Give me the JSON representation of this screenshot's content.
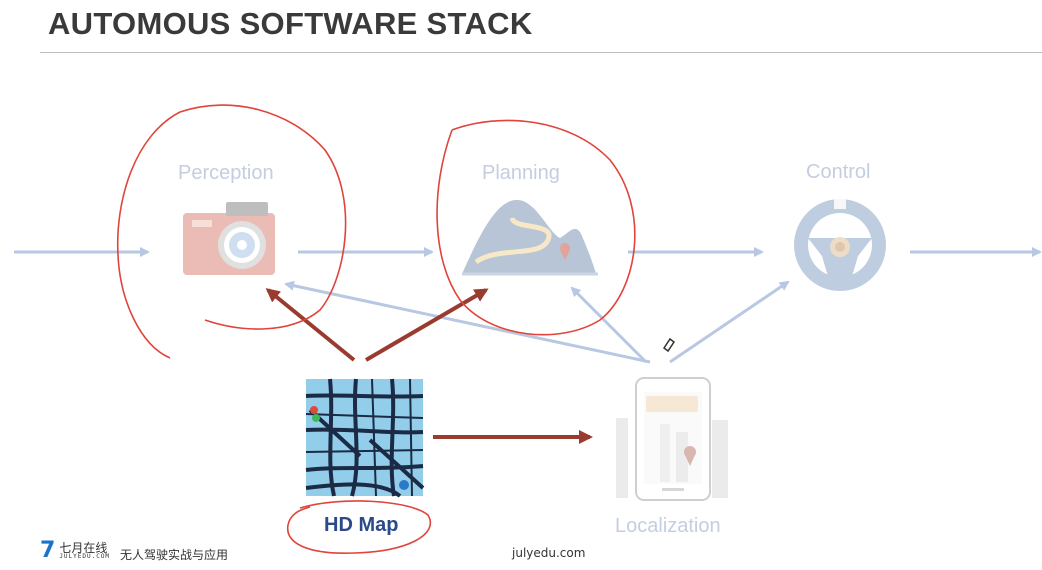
{
  "title": "AUTOMOUS SOFTWARE STACK",
  "nodes": {
    "perception": "Perception",
    "planning": "Planning",
    "control": "Control",
    "hd_map": "HD Map",
    "localization": "Localization"
  },
  "footer": {
    "logo_mark": "7",
    "logo_cn": "七月在线",
    "logo_en": "JULYEDU.COM",
    "course": "无人驾驶实战与应用",
    "site": "julyedu.com"
  },
  "colors": {
    "flow_arrow": "#b8c8e2",
    "map_arrow": "#9a3b30",
    "annotation": "#e0443a"
  }
}
